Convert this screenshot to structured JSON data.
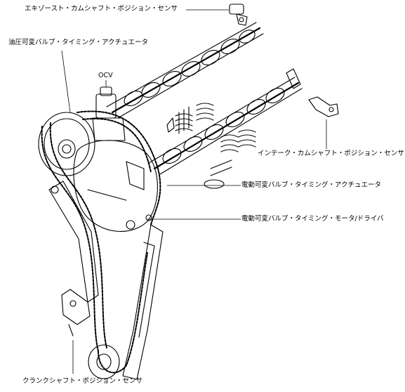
{
  "labels": {
    "exhaust_cam_sensor": "エキゾースト・カムシャフト・ポジション・センサ",
    "hydraulic_vvt_actuator": "油圧可変バルブ・タイミング・アクチュエータ",
    "ocv": "OCV",
    "intake_cam_sensor": "インテーク・カムシャフト・ポジション・センサ",
    "electric_vvt_actuator": "電動可変バルブ・タイミング・アクチュエータ",
    "electric_vvt_motor_driver": "電動可変バルブ・タイミング・モータ/ドライバ",
    "crank_sensor": "クランクシャフト・ポジション・センサ"
  }
}
